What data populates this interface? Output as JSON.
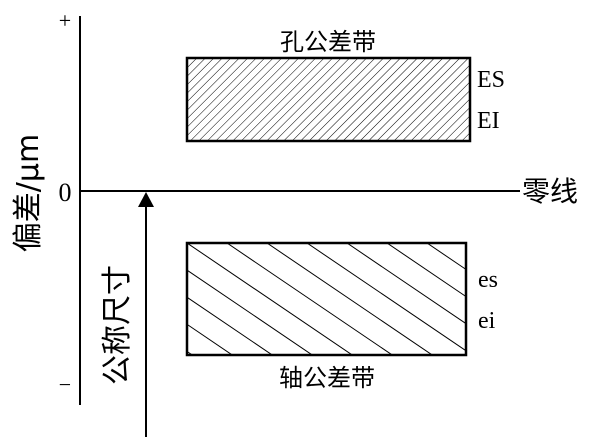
{
  "diagram": {
    "type": "tolerance-zone-diagram",
    "axis": {
      "y_label": "偏差/μm",
      "plus_label": "+",
      "minus_label": "−",
      "zero_label": "0",
      "zero_line_label": "零线",
      "nominal_size_label": "公称尺寸"
    },
    "hole_zone": {
      "title": "孔公差带",
      "upper_label": "ES",
      "lower_label": "EI",
      "hatch": "forward-diagonal-dense"
    },
    "shaft_zone": {
      "title": "轴公差带",
      "upper_label": "es",
      "lower_label": "ei",
      "hatch": "backward-diagonal-sparse"
    },
    "colors": {
      "line": "#000000",
      "background": "#ffffff"
    }
  }
}
